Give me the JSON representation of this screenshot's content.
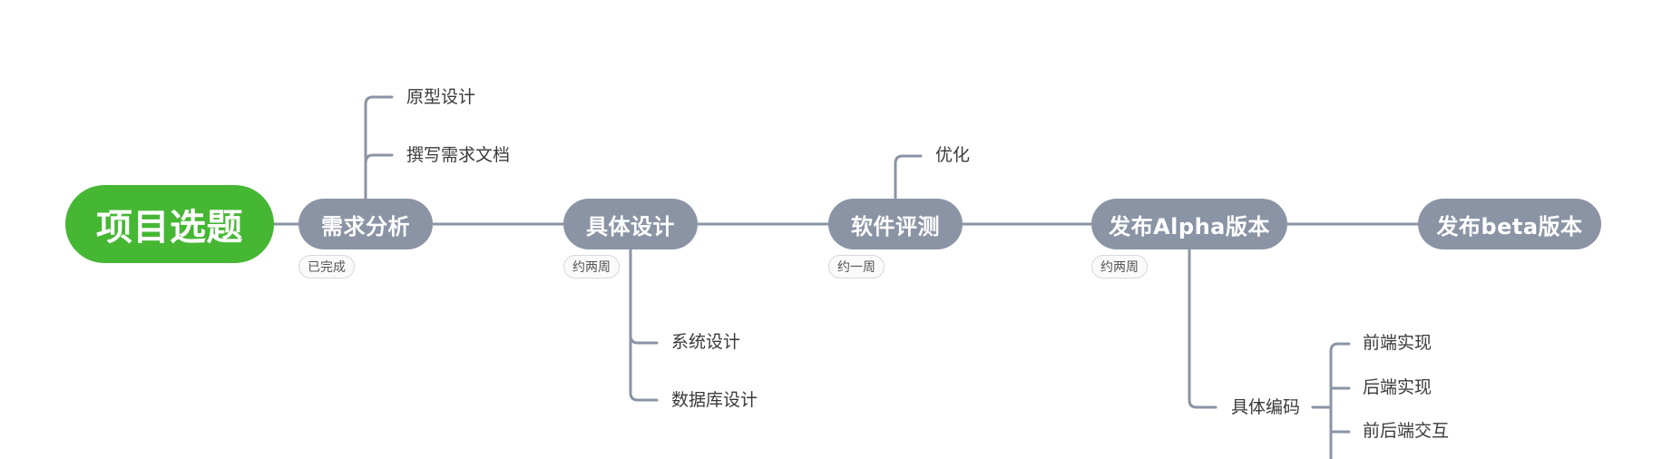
{
  "root": {
    "label": "项目选题"
  },
  "stages": {
    "s1": {
      "label": "需求分析",
      "tag": "已完成"
    },
    "s2": {
      "label": "具体设计",
      "tag": "约两周"
    },
    "s3": {
      "label": "软件评测",
      "tag": "约一周"
    },
    "s4": {
      "label": "发布Alpha版本",
      "tag": "约两周"
    },
    "s5": {
      "label": "发布beta版本"
    }
  },
  "topics": {
    "prototype": "原型设计",
    "requirements_doc": "撰写需求文档",
    "system_design": "系统设计",
    "database_design": "数据库设计",
    "optimize": "优化",
    "coding": "具体编码",
    "frontend": "前端实现",
    "backend": "后端实现",
    "integration": "前后端交互"
  },
  "colors": {
    "root": "#45b733",
    "stage": "#8a94a5",
    "line": "#8a94a5"
  }
}
